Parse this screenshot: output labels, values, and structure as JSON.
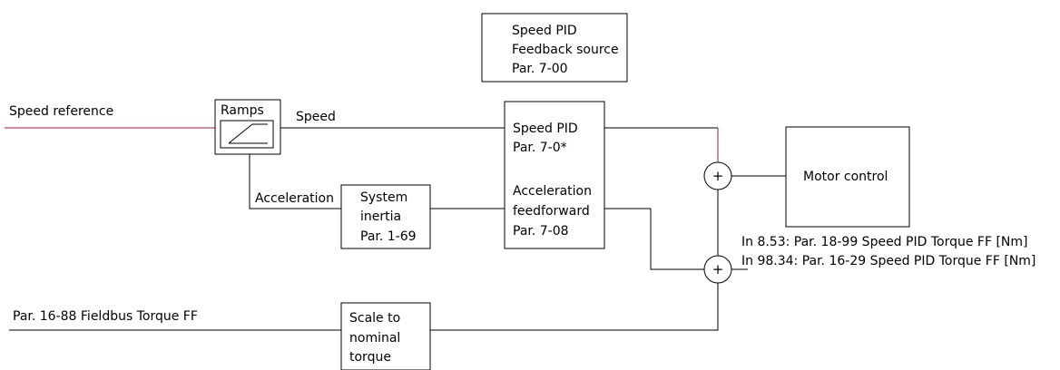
{
  "feedback_source": {
    "line1": "Speed PID",
    "line2": "Feedback source",
    "line3": "Par. 7-00"
  },
  "inputs": {
    "speed_reference": "Speed reference",
    "fieldbus_torque_ff": "Par. 16-88 Fieldbus Torque FF"
  },
  "ramps": {
    "label": "Ramps"
  },
  "signals": {
    "speed": "Speed",
    "acceleration": "Acceleration"
  },
  "system_inertia": {
    "line1": "System",
    "line2": "inertia",
    "line3": "Par. 1-69"
  },
  "speed_pid": {
    "line1": "Speed PID",
    "line2": "Par. 7-0*",
    "line3": "Acceleration",
    "line4": "feedforward",
    "line5": "Par. 7-08"
  },
  "motor_control": {
    "label": "Motor control"
  },
  "sum_symbol": "+",
  "outputs": {
    "line1": "In 8.53: Par. 18-99 Speed PID Torque FF [Nm]",
    "line2": "In 98.34: Par. 16-29 Speed PID Torque FF [Nm]"
  },
  "scale_block": {
    "line1": "Scale to",
    "line2": "nominal",
    "line3": "torque"
  },
  "colors": {
    "line": "#000000",
    "reference_line": "#a0194f"
  }
}
